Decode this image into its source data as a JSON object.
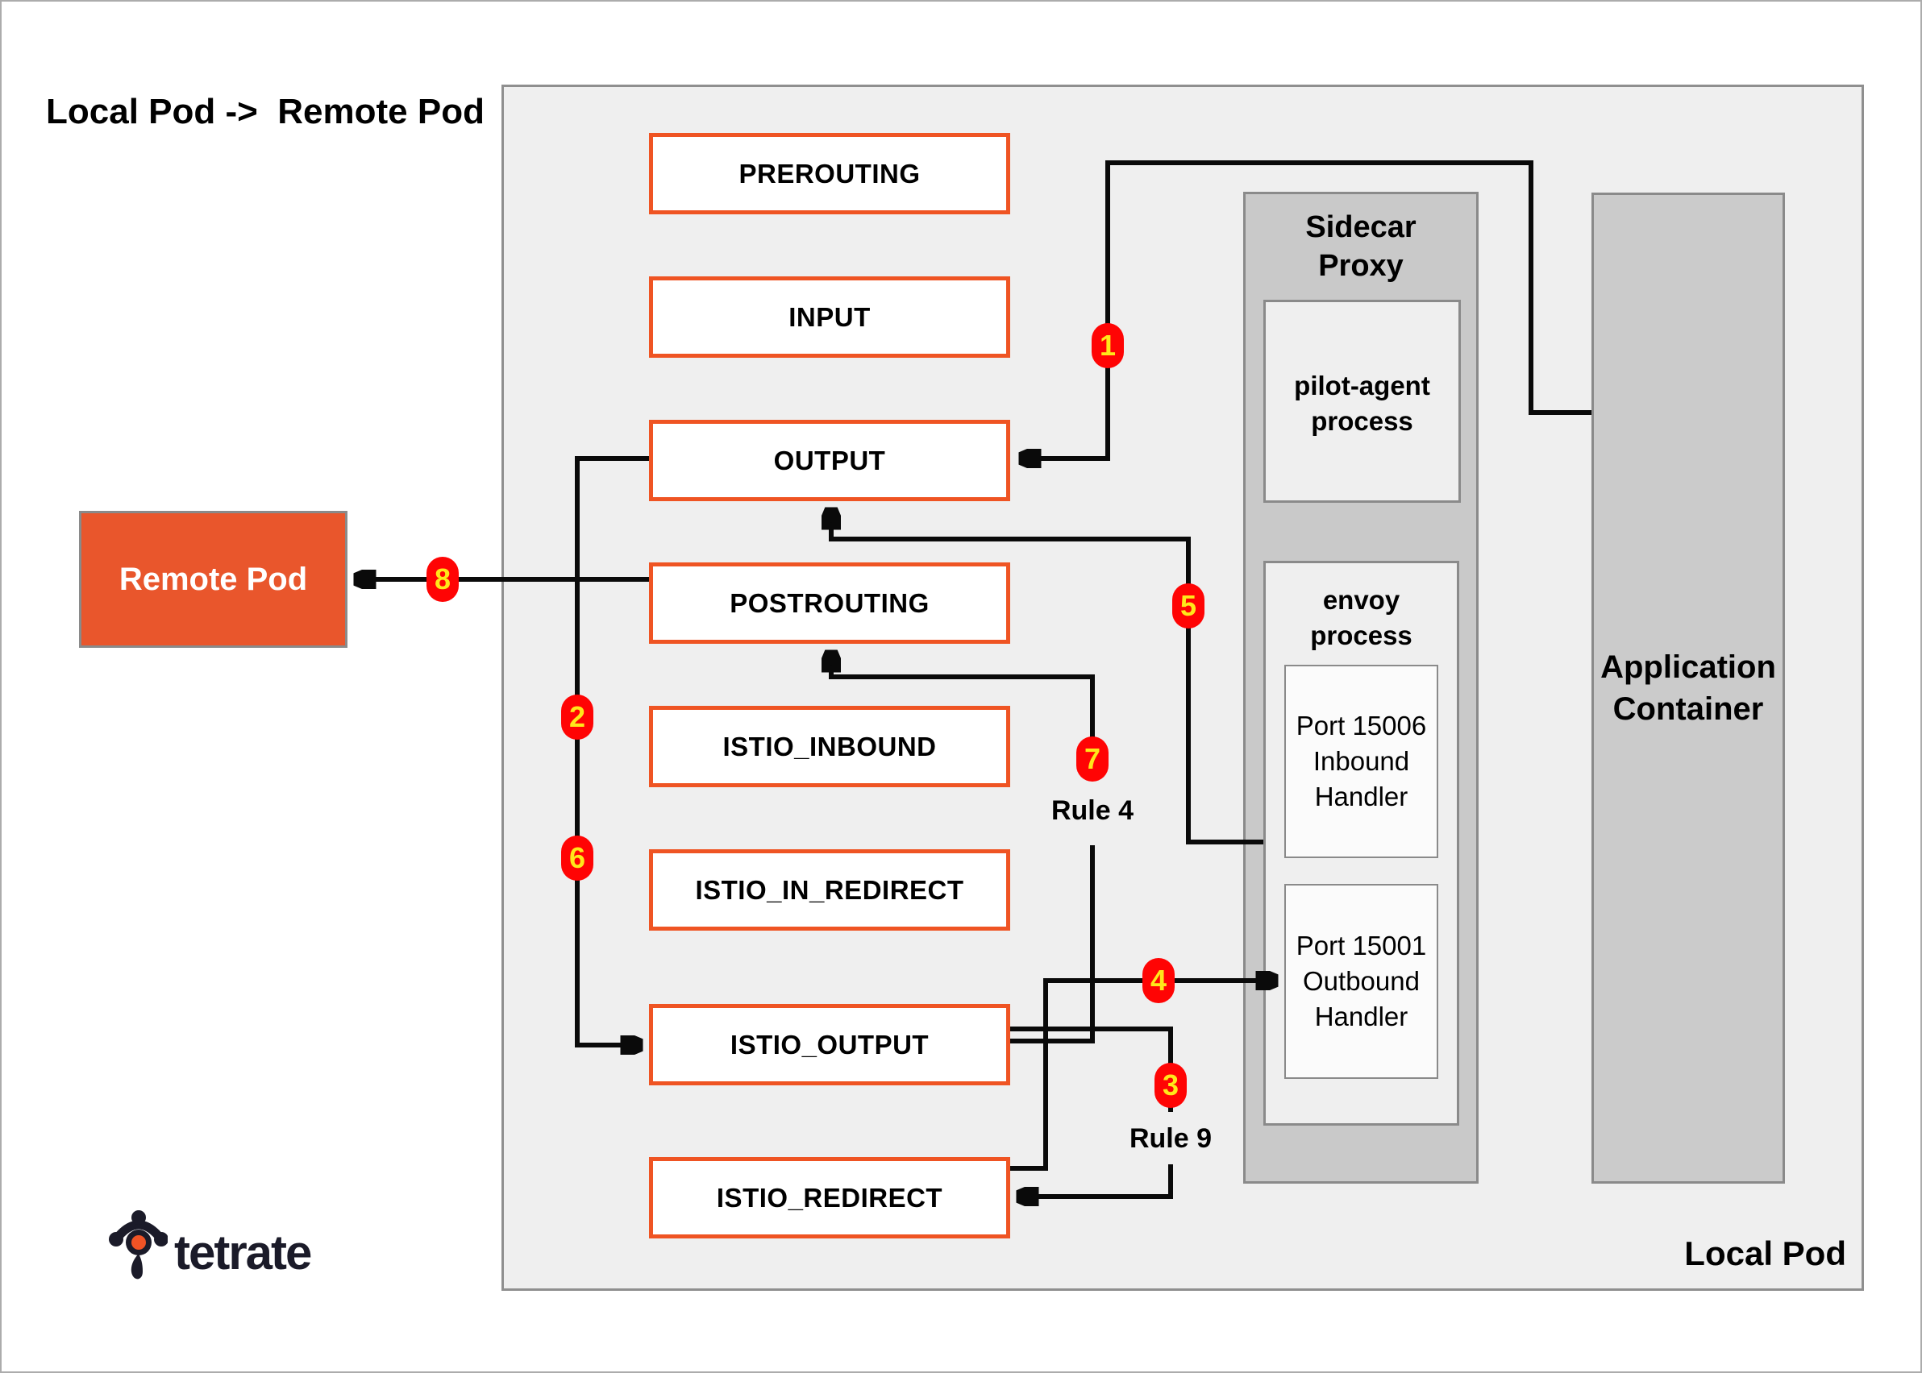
{
  "title": "Local Pod ->  Remote Pod",
  "diagram": {
    "local_pod_label": "Local Pod",
    "remote_pod_label": "Remote Pod",
    "chains": [
      {
        "label": "PREROUTING"
      },
      {
        "label": "INPUT"
      },
      {
        "label": "OUTPUT"
      },
      {
        "label": "POSTROUTING"
      },
      {
        "label": "ISTIO_INBOUND"
      },
      {
        "label": "ISTIO_IN_REDIRECT"
      },
      {
        "label": "ISTIO_OUTPUT"
      },
      {
        "label": "ISTIO_REDIRECT"
      }
    ],
    "sidecar_proxy": {
      "title": "Sidecar Proxy",
      "pilot_agent_label": "pilot-agent process",
      "envoy_label": "envoy process",
      "inbound_handler_label": "Port 15006 Inbound Handler",
      "outbound_handler_label": "Port 15001 Outbound Handler"
    },
    "application_container_label": "Application Container",
    "steps": [
      {
        "n": "1"
      },
      {
        "n": "2"
      },
      {
        "n": "3"
      },
      {
        "n": "4"
      },
      {
        "n": "5"
      },
      {
        "n": "6"
      },
      {
        "n": "7"
      },
      {
        "n": "8"
      }
    ],
    "rule_labels": {
      "rule4": "Rule 4",
      "rule9": "Rule 9"
    }
  },
  "logo": {
    "text": "tetrate"
  },
  "colors": {
    "accent_orange": "#EF5423",
    "remote_pod_orange": "#E9562C",
    "badge_red": "#FF0404",
    "badge_text_yellow": "#FFE81A",
    "line_black": "#0A0A0A",
    "pod_background_gray": "#EFEFEF",
    "sidecar_gray": "#C9C9C9",
    "app_container_gray": "#CBCBCB"
  }
}
